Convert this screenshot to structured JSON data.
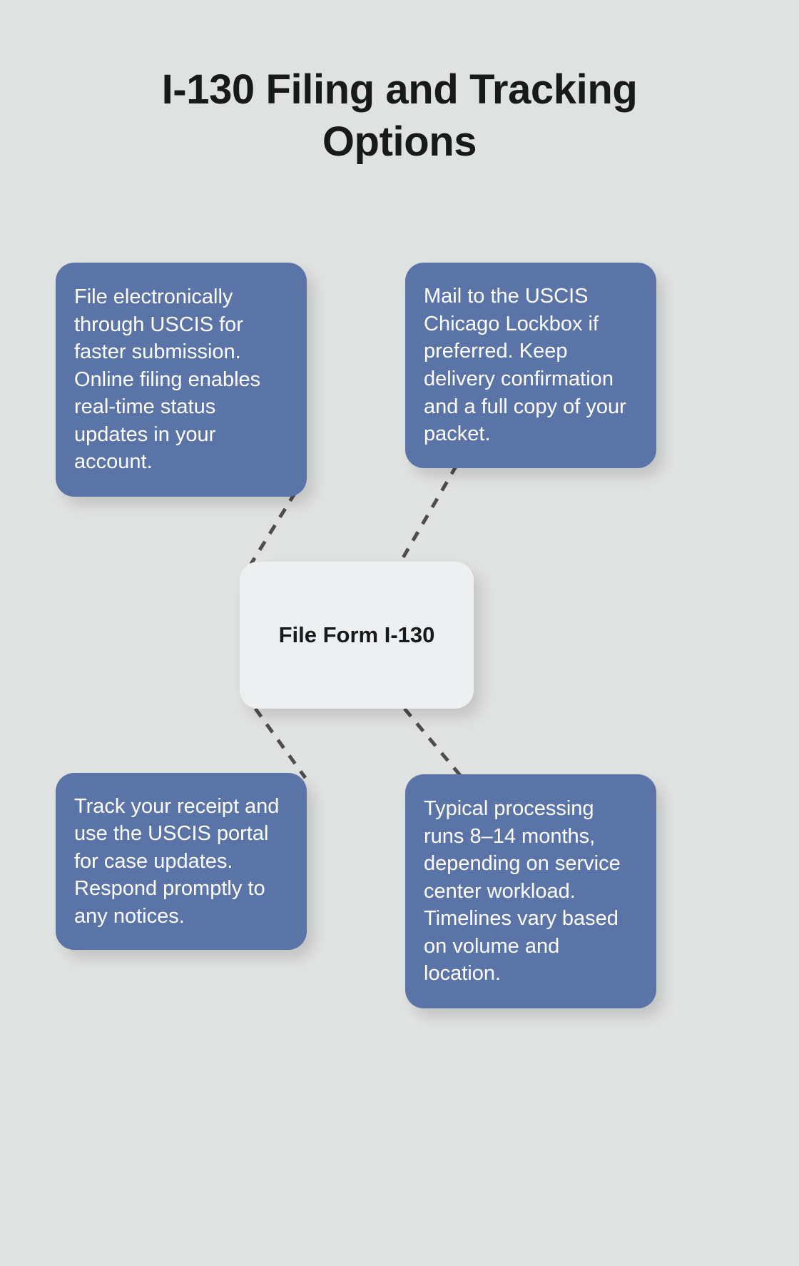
{
  "page": {
    "title": "I-130 Filing and Tracking Options",
    "background_color": "#e0e2e1"
  },
  "diagram": {
    "type": "hub-and-spoke",
    "center": {
      "label": "File Form I-130",
      "background_color": "#edeff1",
      "text_color": "#18191a"
    },
    "connector_style": "dashed",
    "connector_color": "#4d4d4d",
    "card_color": "#5b74a8",
    "card_text_color": "#ffffff",
    "nodes": [
      {
        "position": "top-left",
        "text": "File electronically through USCIS for faster submission. Online filing enables real-time status updates in your account."
      },
      {
        "position": "top-right",
        "text": "Mail to the USCIS Chicago Lockbox if preferred. Keep delivery confirmation and a full copy of your packet."
      },
      {
        "position": "bottom-left",
        "text": "Track your receipt and use the USCIS portal for case updates. Respond promptly to any notices."
      },
      {
        "position": "bottom-right",
        "text": "Typical processing runs 8–14 months, depending on service center workload. Timelines vary based on volume and location."
      }
    ]
  }
}
